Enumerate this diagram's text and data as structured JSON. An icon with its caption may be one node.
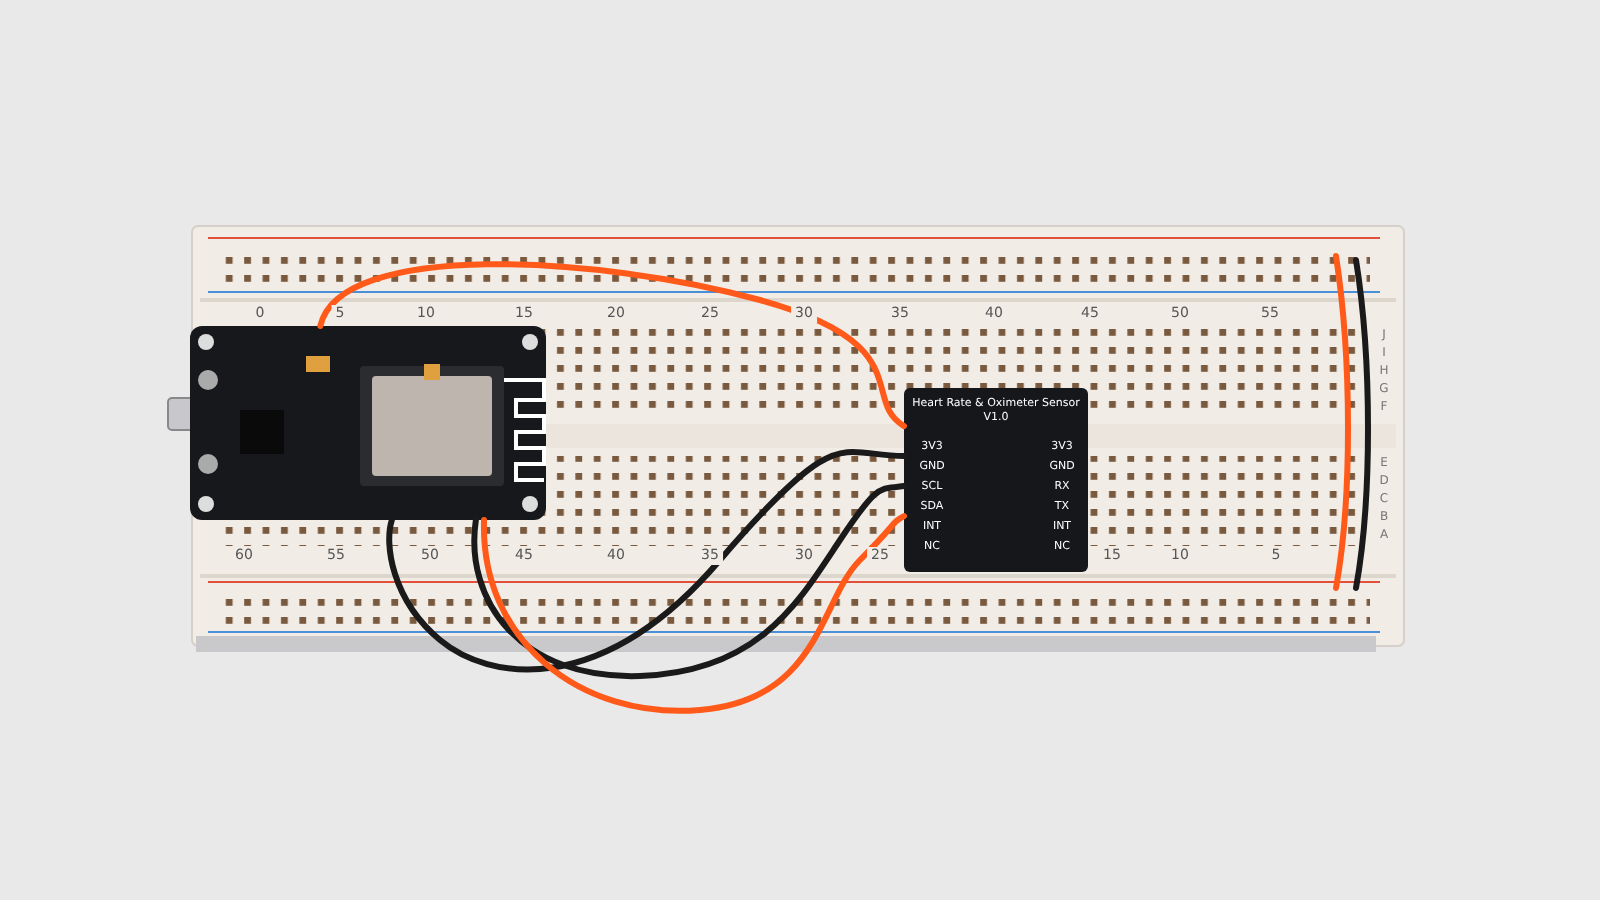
{
  "diagram": {
    "nodes": [
      {
        "text": [],
        "shape": "picture"
      },
      {
        "text": [
          "Heart Rate & Oximeter Sensor",
          "V1.0"
        ]
      }
    ],
    "edges": [
      {
        "from": 0,
        "to": 1,
        "arrow": "none",
        "color": "#ff5a1a"
      },
      {
        "from": 0,
        "to": 1,
        "arrow": "none",
        "color": "#1a1a1a"
      },
      {
        "from": 0,
        "to": 1,
        "arrow": "none",
        "color": "#1a1a1a"
      },
      {
        "from": 0,
        "to": 1,
        "arrow": "none",
        "color": "#ff5a1a"
      }
    ],
    "labels": [
      "0",
      "5",
      "10",
      "15",
      "20",
      "25",
      "30",
      "35",
      "40",
      "45",
      "50",
      "55",
      "J",
      "I",
      "H",
      "G",
      "F",
      "E",
      "D",
      "C",
      "B",
      "A",
      "3V3",
      "3V3",
      "GND",
      "GND",
      "SCL",
      "RX",
      "SDA",
      "TX",
      "INT",
      "INT",
      "NC",
      "NC",
      "60",
      "55",
      "50",
      "45",
      "40",
      "35",
      "30",
      "25",
      "15",
      "10",
      "5"
    ]
  }
}
